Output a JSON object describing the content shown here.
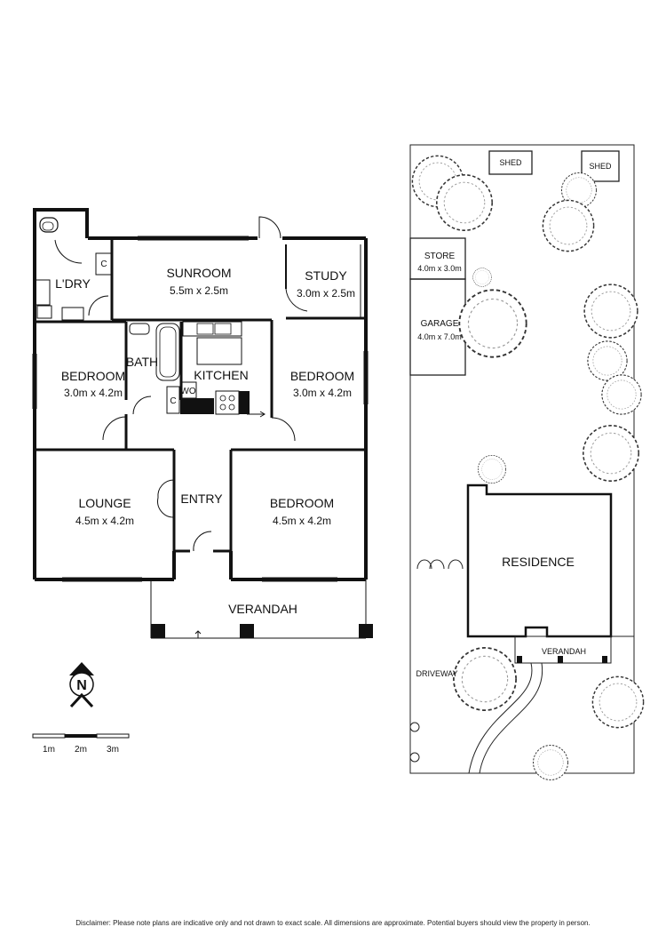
{
  "floor_plan": {
    "rooms": {
      "laundry": {
        "name": "L'DRY"
      },
      "sunroom": {
        "name": "SUNROOM",
        "dimensions": "5.5m x 2.5m"
      },
      "study": {
        "name": "STUDY",
        "dimensions": "3.0m x 2.5m"
      },
      "bath": {
        "name": "BATH"
      },
      "kitchen": {
        "name": "KITCHEN"
      },
      "bedroom_west": {
        "name": "BEDROOM",
        "dimensions": "3.0m x 4.2m"
      },
      "bedroom_east": {
        "name": "BEDROOM",
        "dimensions": "3.0m x 4.2m"
      },
      "lounge": {
        "name": "LOUNGE",
        "dimensions": "4.5m x 4.2m"
      },
      "entry": {
        "name": "ENTRY"
      },
      "bedroom_front": {
        "name": "BEDROOM",
        "dimensions": "4.5m x 4.2m"
      },
      "verandah": {
        "name": "VERANDAH"
      }
    },
    "fixtures": {
      "cupboard_laundry": "C",
      "cupboard_kitchen": "C",
      "wood_oven": "WO"
    }
  },
  "site_plan": {
    "shed_left": "SHED",
    "shed_right": "SHED",
    "store": {
      "name": "STORE",
      "dimensions": "4.0m x 3.0m"
    },
    "garage": {
      "name": "GARAGE",
      "dimensions": "4.0m x 7.0m"
    },
    "residence": "RESIDENCE",
    "verandah": "VERANDAH",
    "driveway": "DRIVEWAY"
  },
  "north_arrow": {
    "letter": "N"
  },
  "scale_bar": {
    "labels": [
      "1m",
      "2m",
      "3m"
    ]
  },
  "disclaimer": "Disclaimer: Please note plans are indicative only and not drawn to exact scale. All dimensions are approximate. Potential buyers should view the property in person."
}
